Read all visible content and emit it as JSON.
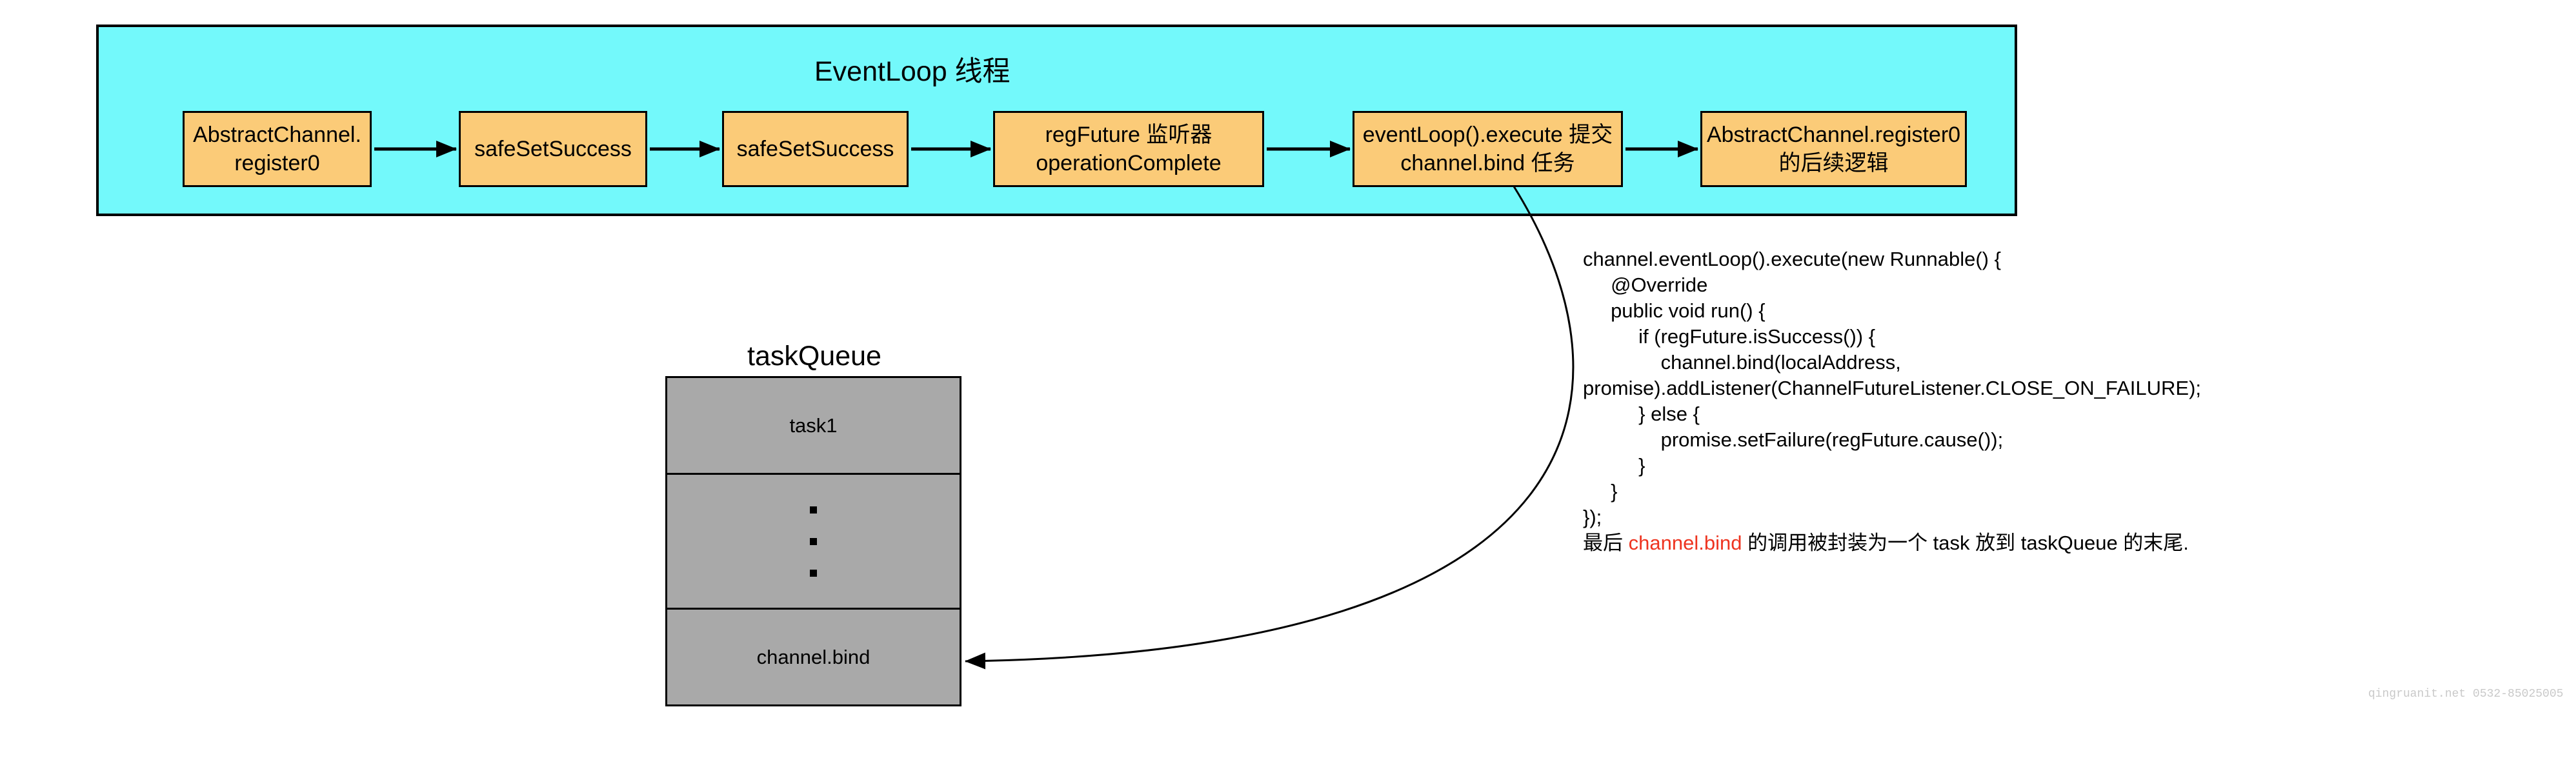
{
  "colors": {
    "band_background": "#73f9fb",
    "step_background": "#fbcb78",
    "queue_background": "#a9a9a9",
    "border": "#000000",
    "highlight_red": "#ee3420",
    "watermark_gray": "#c9c9c9"
  },
  "eventloop": {
    "title": "EventLoop 线程",
    "steps": [
      "AbstractChannel.\nregister0",
      "safeSetSuccess",
      "safeSetSuccess",
      "regFuture 监听器\noperationComplete",
      "eventLoop().execute 提交\nchannel.bind 任务",
      "AbstractChannel.register0\n的后续逻辑"
    ]
  },
  "task_queue": {
    "title": "taskQueue",
    "rows": [
      "task1",
      "⋮",
      "channel.bind"
    ]
  },
  "code": {
    "text": "channel.eventLoop().execute(new Runnable() {\n     @Override\n     public void run() {\n          if (regFuture.isSuccess()) {\n              channel.bind(localAddress,\npromise).addListener(ChannelFutureListener.CLOSE_ON_FAILURE);\n          } else {\n              promise.setFailure(regFuture.cause());\n          }\n     }\n});"
  },
  "note": {
    "prefix": "最后 ",
    "highlight": "channel.bind",
    "suffix": " 的调用被封装为一个 task 放到 taskQueue 的末尾."
  },
  "watermark": "qingruanit.net 0532-85025005"
}
